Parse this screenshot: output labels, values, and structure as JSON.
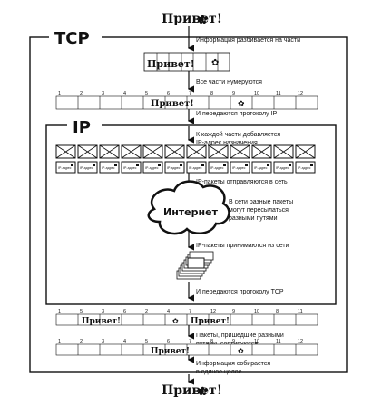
{
  "greeting": "Привет!",
  "tcp_label": "TCP",
  "ip_label": "IP",
  "internet_label": "Интернет",
  "packet_label": "IP-адрес",
  "steps": [
    "Информация разбивается на части",
    "Все части нумеруются",
    "И передаются протоколу IP",
    "К каждой части добавляется",
    "IP-адрес назначения",
    "IP-пакеты отправляются в сеть",
    "В сети разные пакеты",
    "могут пересылаться",
    "разными путями",
    "IP-пакеты принимаются из сети",
    "И передаются протоколу TCP",
    "Пакеты, пришедшие разными",
    "путями, сортируются",
    "Информация собирается",
    "в единое целое"
  ],
  "numbers_ordered": [
    "1",
    "2",
    "3",
    "4",
    "5",
    "6",
    "7",
    "8",
    "9",
    "10",
    "11",
    "12"
  ],
  "numbers_shuffled": [
    "1",
    "5",
    "3",
    "6",
    "2",
    "4",
    "7",
    "12",
    "9",
    "10",
    "8",
    "11"
  ]
}
